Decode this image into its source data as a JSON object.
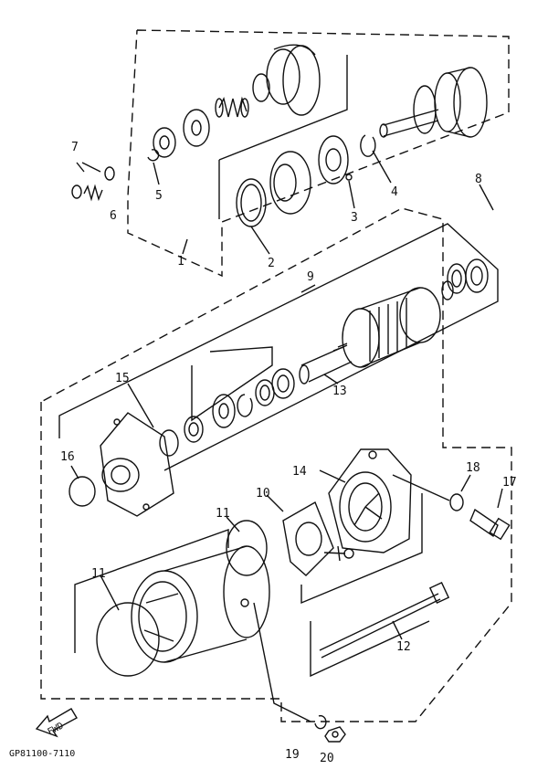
{
  "diagram": {
    "part_code": "GP81100-7110",
    "fwd_label": "FWD",
    "callouts": [
      "1",
      "2",
      "3",
      "4",
      "5",
      "6",
      "7",
      "8",
      "9",
      "10",
      "11",
      "11",
      "12",
      "13",
      "14",
      "15",
      "16",
      "17",
      "18",
      "19",
      "20"
    ]
  }
}
